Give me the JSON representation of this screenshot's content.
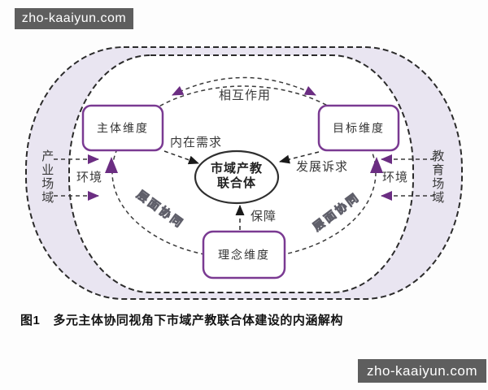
{
  "watermark": {
    "text": "zho-kaaiyun.com"
  },
  "diagram": {
    "fields": {
      "left": "产业场域",
      "right": "教育场域"
    },
    "environment": "环境",
    "boxes": {
      "subject": "主体维度",
      "goal": "目标维度",
      "concept": "理念维度"
    },
    "center": {
      "line1": "市域产教",
      "line2": "联合体"
    },
    "labels": {
      "mutual_interaction": "相互作用",
      "internal_demand": "内在需求",
      "development_appeal": "发展诉求",
      "guarantee": "保障",
      "level_synergy": "层面协同"
    },
    "colors": {
      "box_border": "#7a3a92",
      "arrow_purple": "#6b2d82",
      "arrow_black": "#1a1a1a",
      "ring_fill": "#e9e5f1",
      "line_dark": "#333333",
      "watermark_bg": "#5e5e5e"
    }
  },
  "caption": {
    "fig_no": "图1",
    "text": "多元主体协同视角下市域产教联合体建设的内涵解构"
  }
}
